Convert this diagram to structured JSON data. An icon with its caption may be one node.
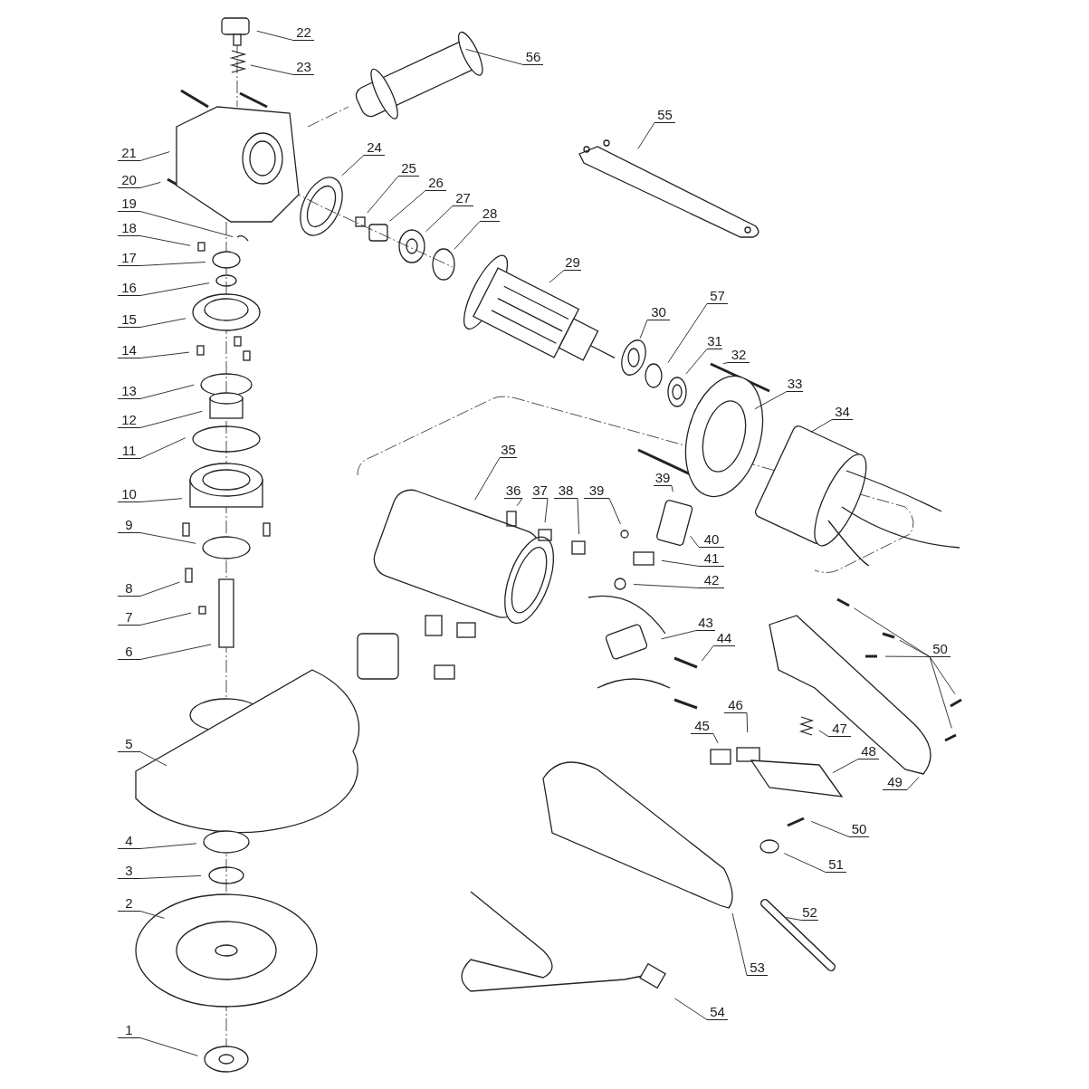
{
  "diagram": {
    "nodes": [
      {
        "text": [
          "1"
        ]
      },
      {
        "text": [
          "2"
        ]
      },
      {
        "text": [
          "3"
        ]
      },
      {
        "text": [
          "4"
        ]
      },
      {
        "text": [
          "5"
        ]
      },
      {
        "text": [
          "6"
        ]
      },
      {
        "text": [
          "7"
        ]
      },
      {
        "text": [
          "8"
        ]
      },
      {
        "text": [
          "9"
        ]
      },
      {
        "text": [
          "10"
        ]
      },
      {
        "text": [
          "11"
        ]
      },
      {
        "text": [
          "12"
        ]
      },
      {
        "text": [
          "13"
        ]
      },
      {
        "text": [
          "14"
        ]
      },
      {
        "text": [
          "15"
        ]
      },
      {
        "text": [
          "16"
        ]
      },
      {
        "text": [
          "17"
        ]
      },
      {
        "text": [
          "18"
        ]
      },
      {
        "text": [
          "19"
        ]
      },
      {
        "text": [
          "20"
        ]
      },
      {
        "text": [
          "21"
        ]
      },
      {
        "text": [
          "22"
        ]
      },
      {
        "text": [
          "23"
        ]
      },
      {
        "text": [
          "24"
        ]
      },
      {
        "text": [
          "25"
        ]
      },
      {
        "text": [
          "26"
        ]
      },
      {
        "text": [
          "27"
        ]
      },
      {
        "text": [
          "28"
        ]
      },
      {
        "text": [
          "29"
        ]
      },
      {
        "text": [
          "30"
        ]
      },
      {
        "text": [
          "31"
        ]
      },
      {
        "text": [
          "32"
        ]
      },
      {
        "text": [
          "33"
        ]
      },
      {
        "text": [
          "34"
        ]
      },
      {
        "text": [
          "35"
        ]
      },
      {
        "text": [
          "36"
        ]
      },
      {
        "text": [
          "37"
        ]
      },
      {
        "text": [
          "38"
        ]
      },
      {
        "text": [
          "39"
        ]
      },
      {
        "text": [
          "40"
        ]
      },
      {
        "text": [
          "41"
        ]
      },
      {
        "text": [
          "42"
        ]
      },
      {
        "text": [
          "43"
        ]
      },
      {
        "text": [
          "44"
        ]
      },
      {
        "text": [
          "45"
        ]
      },
      {
        "text": [
          "46"
        ]
      },
      {
        "text": [
          "47"
        ]
      },
      {
        "text": [
          "48"
        ]
      },
      {
        "text": [
          "49"
        ]
      },
      {
        "text": [
          "50"
        ]
      },
      {
        "text": [
          "51"
        ]
      },
      {
        "text": [
          "52"
        ]
      },
      {
        "text": [
          "53"
        ]
      },
      {
        "text": [
          "54"
        ]
      },
      {
        "text": [
          "55"
        ]
      },
      {
        "text": [
          "56"
        ]
      },
      {
        "text": [
          "57"
        ]
      },
      {
        "text": [
          "39"
        ]
      },
      {
        "text": [
          "50"
        ]
      }
    ],
    "edges": [
      {
        "from": 0,
        "to": null,
        "arrow": "none"
      },
      {
        "from": 1,
        "to": null,
        "arrow": "none"
      },
      {
        "from": 2,
        "to": null,
        "arrow": "none"
      },
      {
        "from": 3,
        "to": null,
        "arrow": "none"
      },
      {
        "from": 4,
        "to": null,
        "arrow": "none"
      },
      {
        "from": 5,
        "to": null,
        "arrow": "none"
      },
      {
        "from": 6,
        "to": null,
        "arrow": "none"
      },
      {
        "from": 7,
        "to": null,
        "arrow": "none"
      },
      {
        "from": 8,
        "to": null,
        "arrow": "none"
      },
      {
        "from": 9,
        "to": null,
        "arrow": "none"
      },
      {
        "from": 10,
        "to": null,
        "arrow": "none"
      },
      {
        "from": 11,
        "to": null,
        "arrow": "none"
      },
      {
        "from": 12,
        "to": null,
        "arrow": "none"
      },
      {
        "from": 13,
        "to": null,
        "arrow": "none"
      },
      {
        "from": 14,
        "to": null,
        "arrow": "none"
      },
      {
        "from": 15,
        "to": null,
        "arrow": "none"
      },
      {
        "from": 16,
        "to": null,
        "arrow": "none"
      },
      {
        "from": 17,
        "to": null,
        "arrow": "none"
      },
      {
        "from": 18,
        "to": null,
        "arrow": "none"
      },
      {
        "from": 19,
        "to": null,
        "arrow": "none"
      },
      {
        "from": 20,
        "to": null,
        "arrow": "none"
      },
      {
        "from": 21,
        "to": null,
        "arrow": "none"
      },
      {
        "from": 22,
        "to": null,
        "arrow": "none"
      },
      {
        "from": 23,
        "to": null,
        "arrow": "none"
      },
      {
        "from": 24,
        "to": null,
        "arrow": "none"
      },
      {
        "from": 25,
        "to": null,
        "arrow": "none"
      },
      {
        "from": 26,
        "to": null,
        "arrow": "none"
      },
      {
        "from": 27,
        "to": null,
        "arrow": "none"
      },
      {
        "from": 28,
        "to": null,
        "arrow": "none"
      },
      {
        "from": 29,
        "to": null,
        "arrow": "none"
      },
      {
        "from": 30,
        "to": null,
        "arrow": "none"
      },
      {
        "from": 31,
        "to": null,
        "arrow": "none"
      },
      {
        "from": 32,
        "to": null,
        "arrow": "none"
      },
      {
        "from": 33,
        "to": null,
        "arrow": "none"
      },
      {
        "from": 34,
        "to": null,
        "arrow": "none"
      },
      {
        "from": 35,
        "to": null,
        "arrow": "none"
      },
      {
        "from": 36,
        "to": null,
        "arrow": "none"
      },
      {
        "from": 37,
        "to": null,
        "arrow": "none"
      },
      {
        "from": 38,
        "to": null,
        "arrow": "none"
      },
      {
        "from": 39,
        "to": null,
        "arrow": "none"
      },
      {
        "from": 40,
        "to": null,
        "arrow": "none"
      },
      {
        "from": 41,
        "to": null,
        "arrow": "none"
      },
      {
        "from": 42,
        "to": null,
        "arrow": "none"
      },
      {
        "from": 43,
        "to": null,
        "arrow": "none"
      },
      {
        "from": 44,
        "to": null,
        "arrow": "none"
      },
      {
        "from": 45,
        "to": null,
        "arrow": "none"
      },
      {
        "from": 46,
        "to": null,
        "arrow": "none"
      },
      {
        "from": 47,
        "to": null,
        "arrow": "none"
      },
      {
        "from": 48,
        "to": null,
        "arrow": "none"
      },
      {
        "from": 49,
        "to": null,
        "arrow": "none"
      },
      {
        "from": 49,
        "to": null,
        "arrow": "none"
      },
      {
        "from": 49,
        "to": null,
        "arrow": "none"
      },
      {
        "from": 49,
        "to": null,
        "arrow": "none"
      },
      {
        "from": 49,
        "to": null,
        "arrow": "none"
      },
      {
        "from": 50,
        "to": null,
        "arrow": "none"
      },
      {
        "from": 51,
        "to": null,
        "arrow": "none"
      },
      {
        "from": 52,
        "to": null,
        "arrow": "none"
      },
      {
        "from": 53,
        "to": null,
        "arrow": "none"
      },
      {
        "from": 54,
        "to": null,
        "arrow": "none"
      },
      {
        "from": 55,
        "to": null,
        "arrow": "none"
      },
      {
        "from": 56,
        "to": null,
        "arrow": "none"
      },
      {
        "from": 57,
        "to": null,
        "arrow": "none"
      },
      {
        "from": 58,
        "to": null,
        "arrow": "none"
      }
    ]
  }
}
